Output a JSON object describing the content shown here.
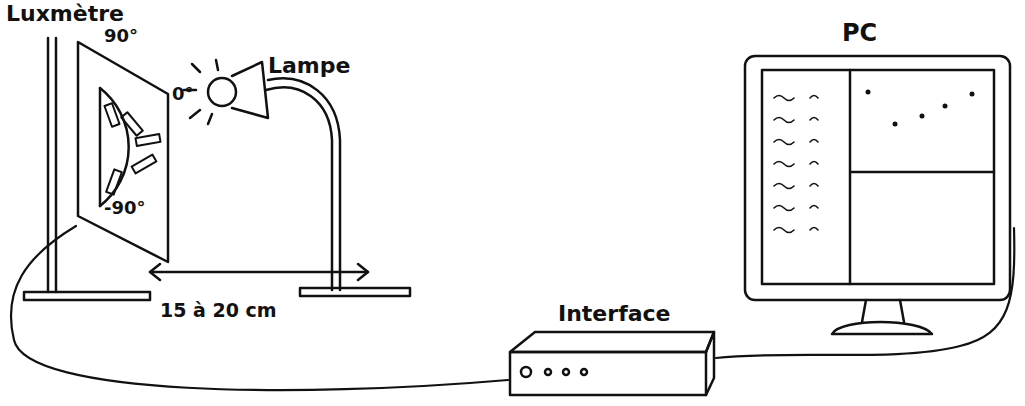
{
  "diagram": {
    "nodes": [
      {
        "text": [
          "Luxmètre",
          "90°",
          "0°",
          "-90°"
        ]
      },
      {
        "text": [
          "Interface"
        ]
      },
      {
        "text": [
          "PC"
        ]
      }
    ],
    "edges": [
      {
        "from": 0,
        "to": 1,
        "arrow": "none"
      },
      {
        "from": 1,
        "to": 2,
        "arrow": "none"
      }
    ],
    "labels": [
      "Lampe",
      "15 à 20 cm"
    ]
  }
}
